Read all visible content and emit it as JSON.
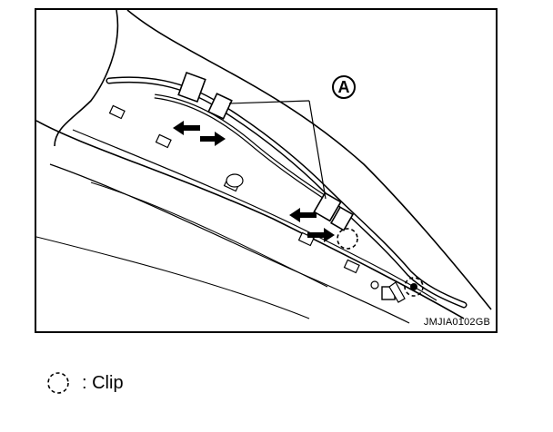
{
  "figure": {
    "callout_label": "A",
    "image_code": "JMJIA0102GB"
  },
  "legend": {
    "clip_text": ": Clip",
    "clip_icon": "dashed-circle-icon"
  }
}
